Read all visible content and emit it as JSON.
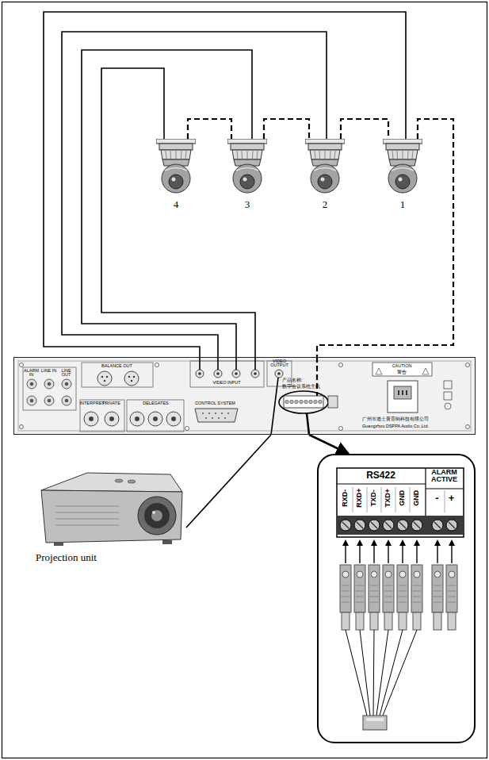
{
  "diagram": {
    "nodes": [
      {
        "text": [
          "4"
        ]
      },
      {
        "text": [
          "3"
        ]
      },
      {
        "text": [
          "2"
        ]
      },
      {
        "text": [
          "1"
        ]
      },
      {
        "text": [
          "ALARM IN",
          "LINE IN",
          "LINE OUT",
          "BALANCE OUT",
          "INTERPRET",
          "PRIVATE",
          "DELEGATES",
          "CONTROL SYSTEM",
          "VIDEO INPUT",
          "VIDEO OUTPUT",
          "产品名称:",
          "数字会议系统主机",
          "CAUTION",
          "警告",
          "广州市迪士普音响科技有限公司",
          "Guangzhou DSPPA Audio Co.,Ltd."
        ]
      },
      {
        "text": [
          "Projection unit"
        ]
      },
      {
        "text": [
          "RS422",
          "ALARM ACTIVE",
          "RXD-",
          "RXD+",
          "TXD-",
          "TXD+",
          "GND",
          "GND",
          "-",
          "+"
        ]
      }
    ],
    "edges": [
      {
        "from": 3,
        "to": 4,
        "arrow": "none"
      },
      {
        "from": 2,
        "to": 4,
        "arrow": "none"
      },
      {
        "from": 1,
        "to": 4,
        "arrow": "none"
      },
      {
        "from": 0,
        "to": 4,
        "arrow": "none"
      },
      {
        "from": 0,
        "to": 1,
        "arrow": "none"
      },
      {
        "from": 1,
        "to": 2,
        "arrow": "none"
      },
      {
        "from": 2,
        "to": 3,
        "arrow": "none"
      },
      {
        "from": 3,
        "to": 4,
        "arrow": "none"
      },
      {
        "from": 4,
        "to": 5,
        "arrow": "none"
      },
      {
        "from": 4,
        "to": 6,
        "arrow": "to"
      }
    ]
  }
}
